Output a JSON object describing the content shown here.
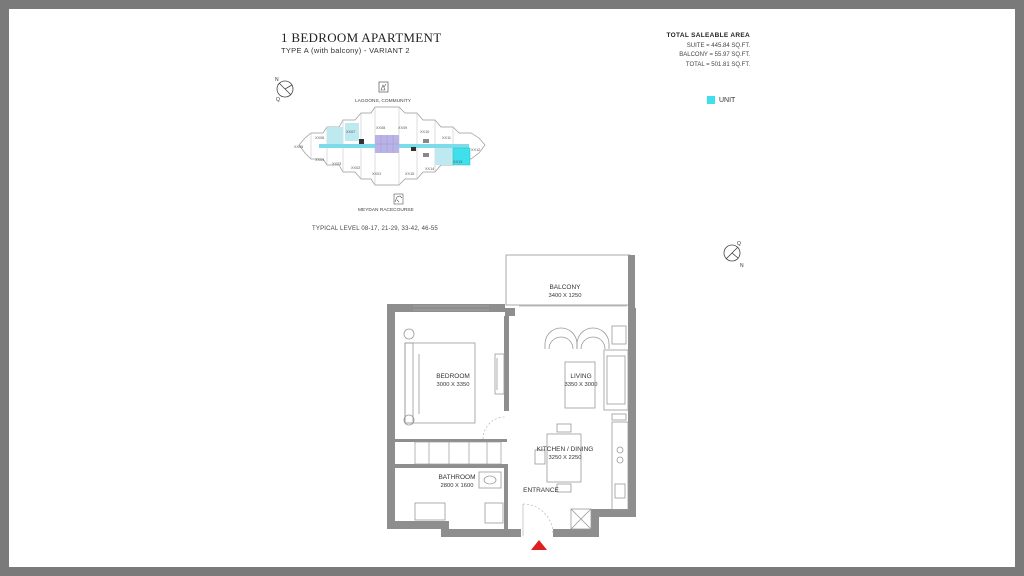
{
  "header": {
    "title": "1 BEDROOM APARTMENT",
    "subtitle": "TYPE A (with balcony) - VARIANT 2"
  },
  "area": {
    "heading": "TOTAL SALEABLE AREA",
    "suite": "SUITE = 445.84 SQ.FT.",
    "balcony": "BALCONY = 55.97 SQ.FT.",
    "total": "TOTAL = 501.81 SQ.FT."
  },
  "legend": {
    "label": "UNIT",
    "color": "#3fe0ec"
  },
  "keyplan": {
    "top_label": "LAGOONS, COMMUNITY",
    "bottom_label": "MEYDAN RACECOURSE",
    "level_caption": "TYPICAL LEVEL 08-17, 21-29, 33-42, 46-55",
    "units": [
      "XX01",
      "XX02",
      "XX03",
      "XX04",
      "XX05",
      "XX06",
      "XX07",
      "XX08",
      "XX09",
      "XX10",
      "XX11",
      "XX12",
      "XX13",
      "XX14",
      "XX15"
    ]
  },
  "compass": {
    "n": "N",
    "q": "Q"
  },
  "rooms": {
    "balcony": {
      "name": "BALCONY",
      "dim": "3400 X 1250"
    },
    "bedroom": {
      "name": "BEDROOM",
      "dim": "3000 X 3350"
    },
    "living": {
      "name": "LIVING",
      "dim": "3350 X 3000"
    },
    "kitchen": {
      "name": "KITCHEN / DINING",
      "dim": "3250 X 2250"
    },
    "bathroom": {
      "name": "BATHROOM",
      "dim": "2800 X 1600"
    },
    "entrance": {
      "name": "ENTRANCE"
    }
  },
  "colors": {
    "wall": "#8e8e8e",
    "unit_highlight": "#3fe0ec",
    "light_unit": "#bfe9f0",
    "core": "#b9b3e6",
    "entry_marker": "#e02020"
  }
}
